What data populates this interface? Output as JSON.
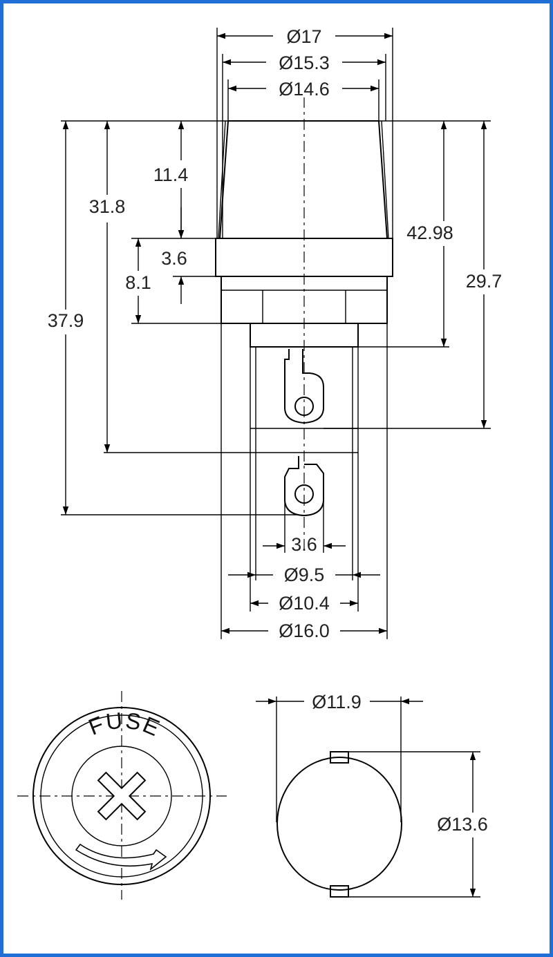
{
  "colors": {
    "border": "#1f6fd6",
    "line": "#000000",
    "text": "#222222"
  },
  "side_view": {
    "top_dims": [
      "Ø17",
      "Ø15.3",
      "Ø14.6"
    ],
    "left_dims": [
      "11.4",
      "31.8",
      "3.6",
      "8.1",
      "37.9"
    ],
    "right_dims": [
      "42.98",
      "29.7"
    ],
    "bottom_dims": [
      "3.6",
      "Ø9.5",
      "Ø10.4",
      "Ø16.0"
    ]
  },
  "front_view": {
    "cap_text": "FUSE"
  },
  "nut_view": {
    "dims": [
      "Ø11.9",
      "Ø13.6"
    ]
  }
}
